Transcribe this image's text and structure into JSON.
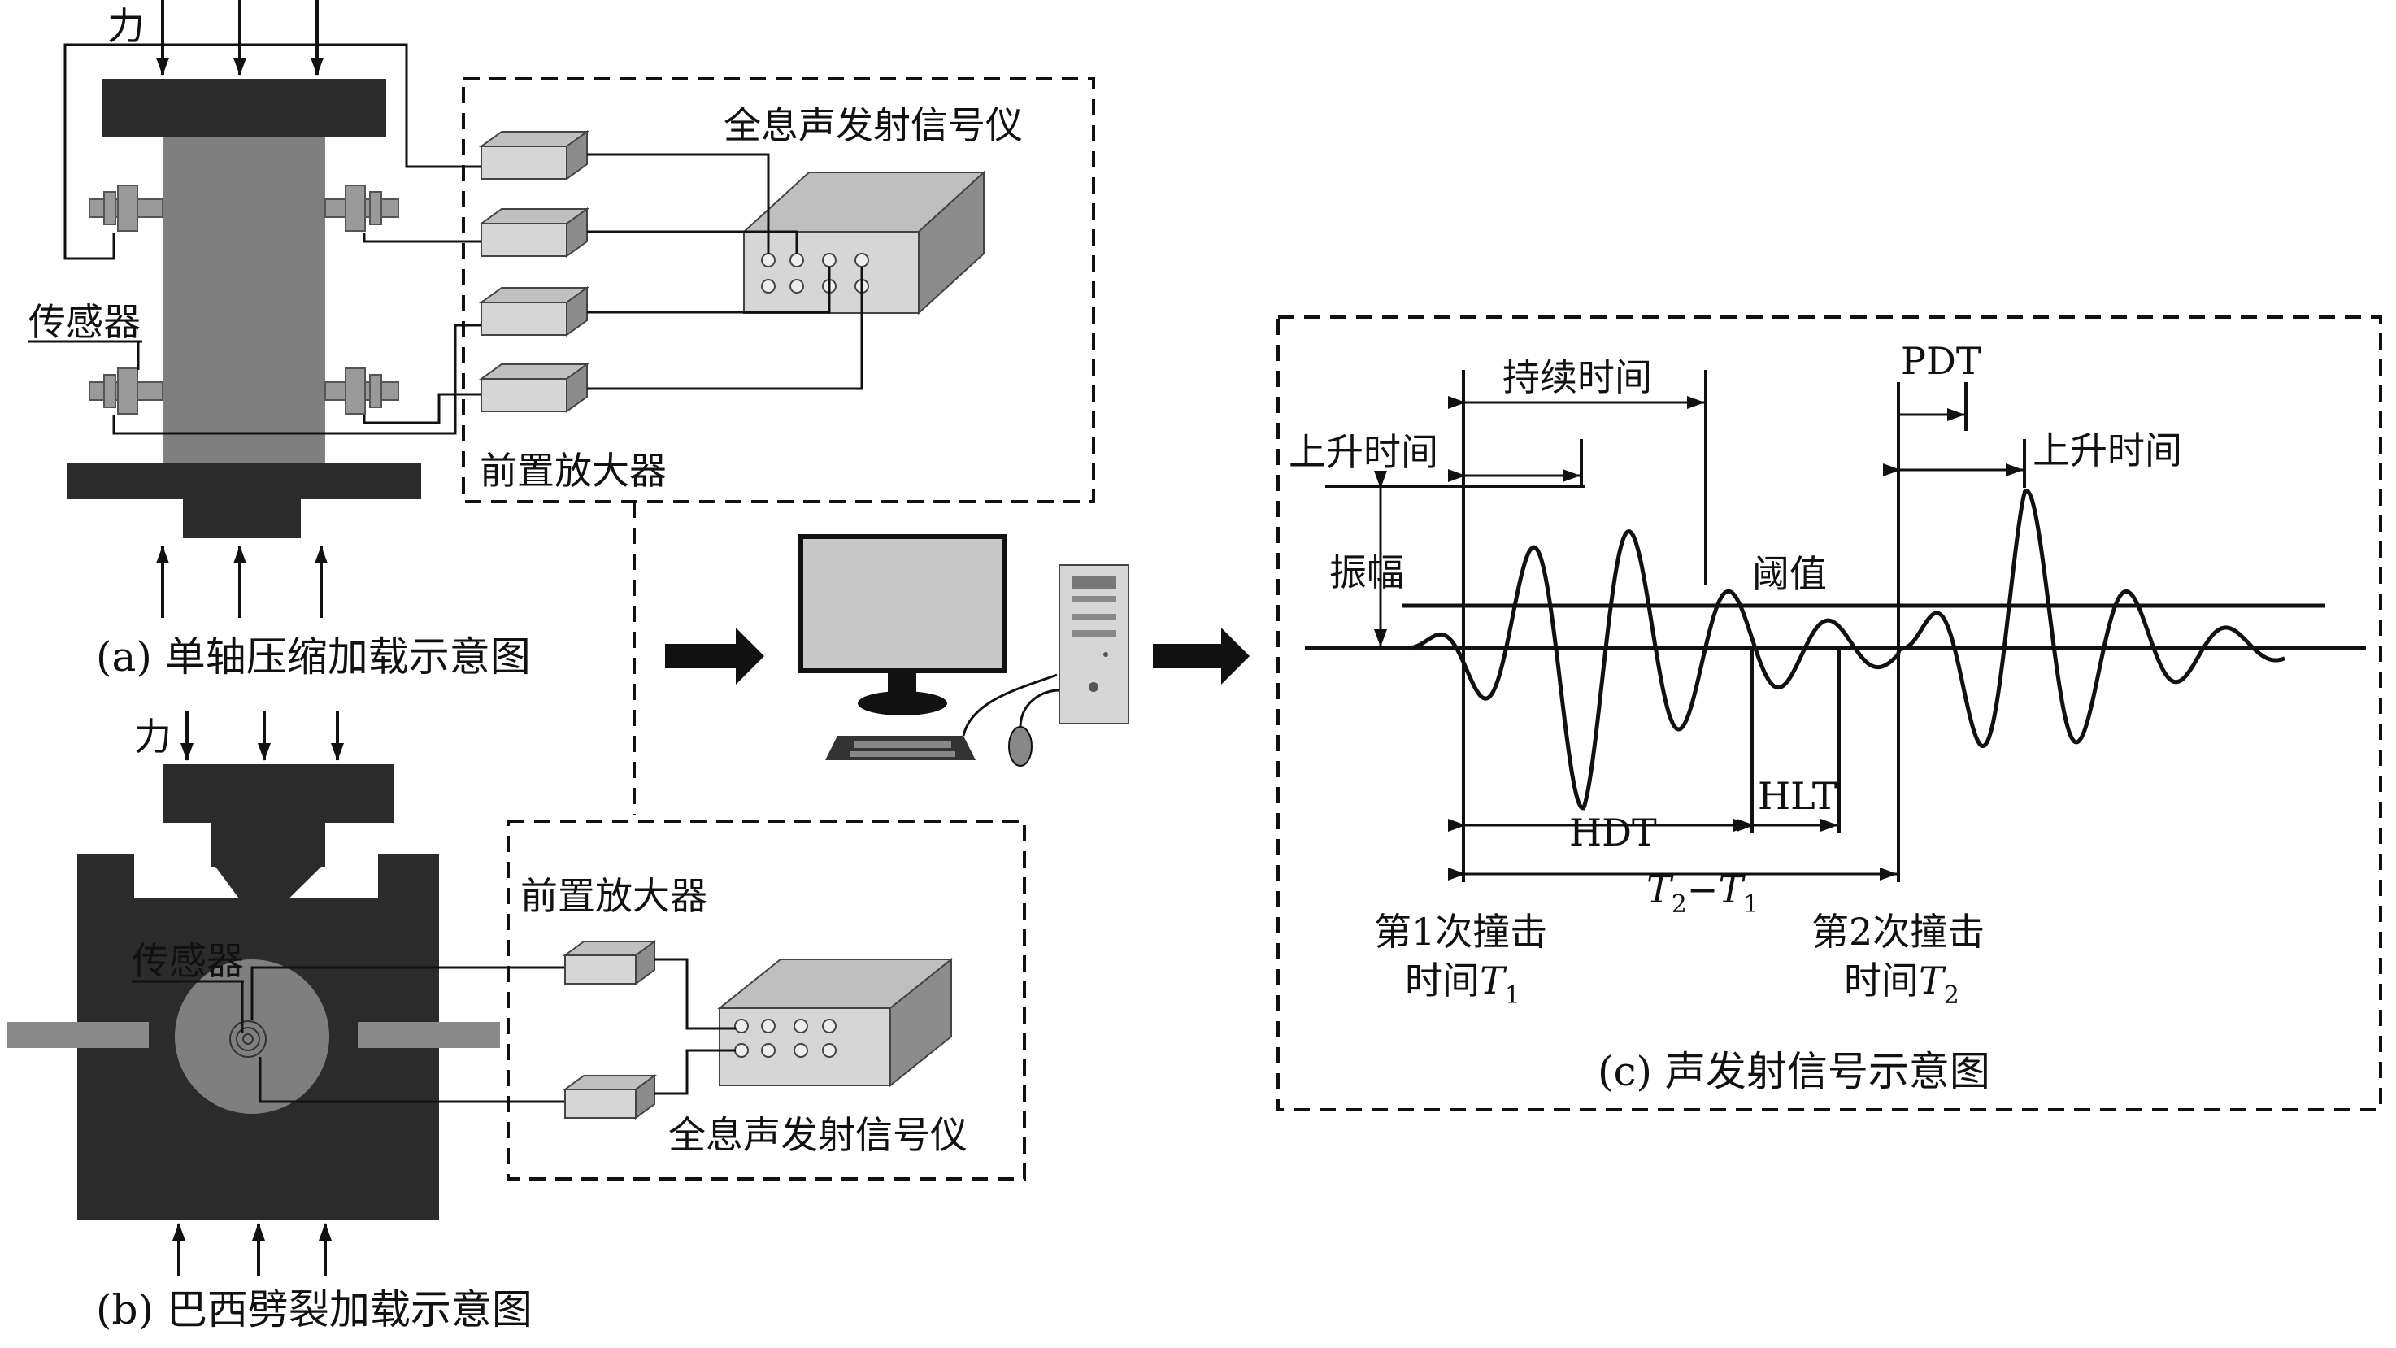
{
  "panel_a": {
    "force_label": "力",
    "sensor_label": "传感器",
    "preamp_label": "前置放大器",
    "instrument_label": "全息声发射信号仪",
    "caption": "(a) 单轴压缩加载示意图"
  },
  "panel_b": {
    "force_label": "力",
    "sensor_label": "传感器",
    "preamp_label": "前置放大器",
    "instrument_label": "全息声发射信号仪",
    "caption": "(b) 巴西劈裂加载示意图"
  },
  "panel_c": {
    "caption": "(c) 声发射信号示意图",
    "duration_label": "持续时间",
    "pdt_label": "PDT",
    "rise_time_label_1": "上升时间",
    "rise_time_label_2": "上升时间",
    "amplitude_label": "振幅",
    "threshold_label": "阈值",
    "hdt_label": "HDT",
    "hlt_label": "HLT",
    "interval_T": "T",
    "interval_sub2": "2",
    "interval_minus": "−",
    "interval_sub1": "1",
    "hit1_line1": "第1次撞击",
    "hit1_line2": "时间",
    "hit1_T": "T",
    "hit1_sub": "1",
    "hit2_line1": "第2次撞击",
    "hit2_line2": "时间",
    "hit2_T": "T",
    "hit2_sub": "2"
  },
  "colors": {
    "ink": "#111111",
    "specimen": "#7f7f7f",
    "device_front": "#d6d6d6",
    "device_side": "#8c8c8c",
    "device_top": "#bfbfbf",
    "sensor": "#9a9a9a",
    "screen": "#c8c8c8"
  }
}
